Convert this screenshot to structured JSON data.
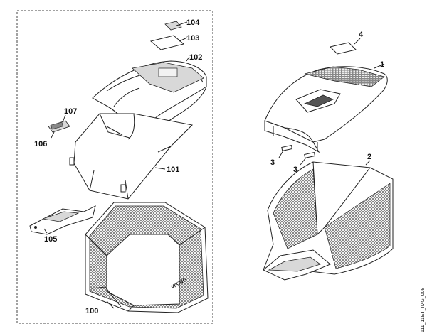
{
  "callouts": {
    "c104": "104",
    "c103": "103",
    "c102": "102",
    "c107": "107",
    "c106": "106",
    "c101": "101",
    "c105": "105",
    "c100": "100",
    "c4": "4",
    "c1": "1",
    "c3a": "3",
    "c3b": "3",
    "c2": "2"
  },
  "brand_mark": "VIKING",
  "side_caption": "111_11ET_IMG_008",
  "colors": {
    "line": "#222222",
    "shade": "#d8d8d8",
    "dark": "#555555",
    "background": "#ffffff"
  }
}
